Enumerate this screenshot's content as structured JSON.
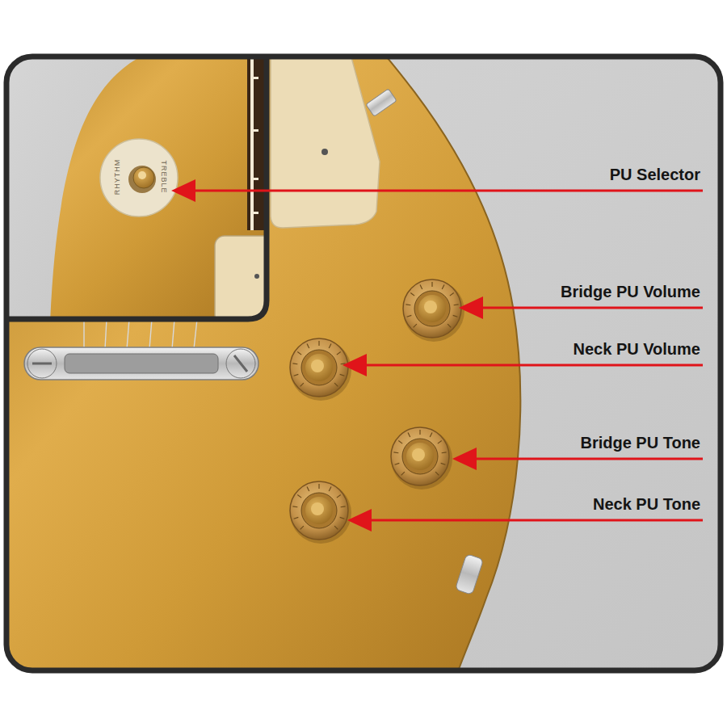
{
  "diagram": {
    "labels": [
      "PU Selector",
      "Bridge PU Volume",
      "Neck PU Volume",
      "Bridge PU Tone",
      "Neck PU Tone",
      "RHYTHM",
      "TREBLE"
    ]
  }
}
